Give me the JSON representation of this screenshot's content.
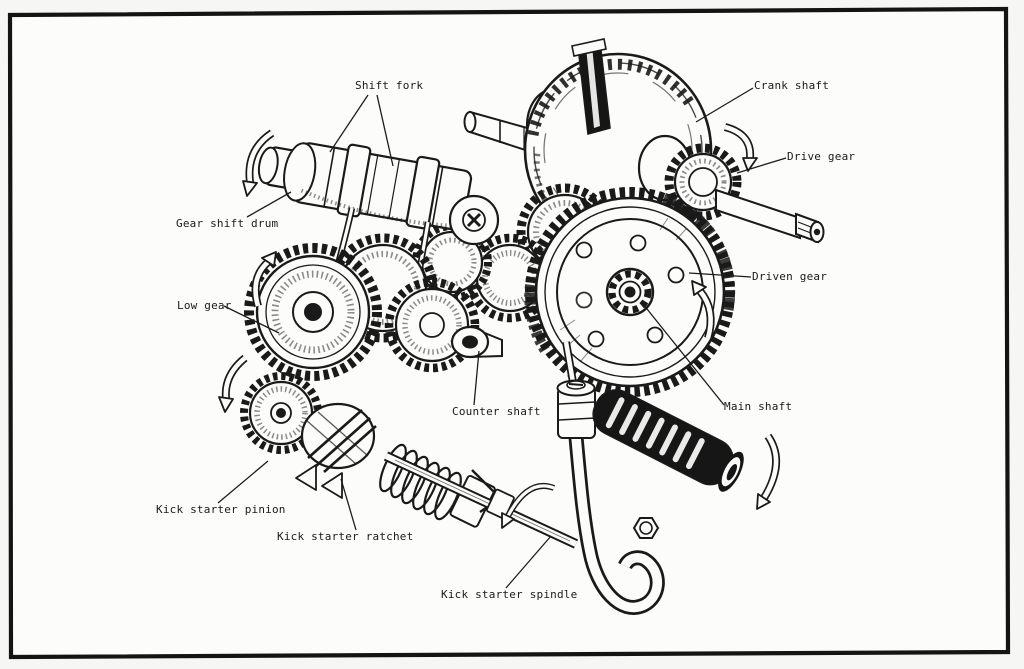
{
  "figure": {
    "description": "Cutaway line drawing of a motorcycle gearbox and kick starter mechanism inside a hand-drawn rectangular frame",
    "labels": {
      "shift_fork": "Shift fork",
      "crank_shaft": "Crank shaft",
      "drive_gear": "Drive gear",
      "gear_shift_drum": "Gear shift drum",
      "driven_gear": "Driven gear",
      "low_gear": "Low gear",
      "main_shaft": "Main shaft",
      "counter_shaft": "Counter shaft",
      "kick_starter_pinion": "Kick starter pinion",
      "kick_starter_ratchet": "Kick starter ratchet",
      "kick_starter_spindle": "Kick starter spindle"
    },
    "icons": [
      "rotation-arrow-icon-gear-shift-drum",
      "rotation-arrow-icon-low-gear",
      "rotation-arrow-icon-kick-pinion",
      "rotation-arrow-icon-drive-gear",
      "rotation-arrow-icon-driven-gear",
      "rotation-arrow-icon-kick-pedal",
      "rotation-arrow-icon-kick-spindle",
      "ratchet-engage-arrow-icons"
    ],
    "colors": {
      "ink": "#1a1a1a",
      "paper": "#fcfcfa",
      "grip_dark": "#161616"
    }
  }
}
